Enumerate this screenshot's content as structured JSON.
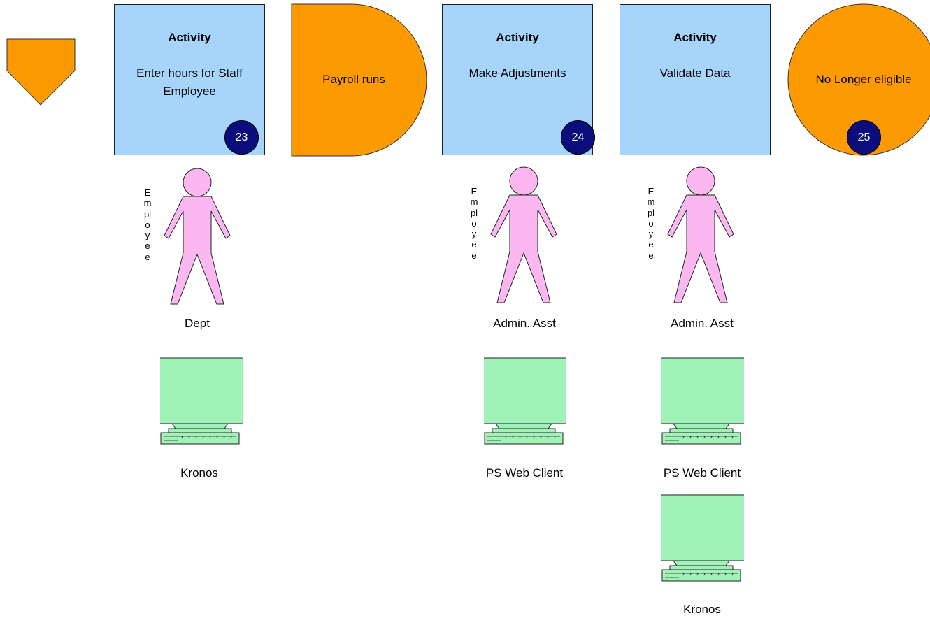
{
  "activities": [
    {
      "title": "Activity",
      "desc": "Enter hours for Staff Employee",
      "badge": "23"
    },
    {
      "title": "Activity",
      "desc": "Make Adjustments",
      "badge": "24"
    },
    {
      "title": "Activity",
      "desc": "Validate Data",
      "badge": ""
    }
  ],
  "events": {
    "payroll": "Payroll runs",
    "end_label": "No Longer eligible",
    "end_badge": "25"
  },
  "actors": [
    {
      "role": "Employee",
      "name": "Dept"
    },
    {
      "role": "Employee",
      "name": "Admin. Asst"
    },
    {
      "role": "Employee",
      "name": "Admin. Asst"
    }
  ],
  "systems": [
    "Kronos",
    "PS Web Client",
    "PS Web Client",
    "Kronos"
  ],
  "colors": {
    "activity_fill": "#a6d4fb",
    "event_fill": "#fd9a00",
    "badge_fill": "#0b0d7c",
    "person_fill": "#fbb8f0",
    "computer_fill": "#a1f2b8"
  },
  "icons": [
    "off-page-connector-icon",
    "delay-shape-icon",
    "terminal-circle-icon",
    "person-icon",
    "computer-icon"
  ]
}
